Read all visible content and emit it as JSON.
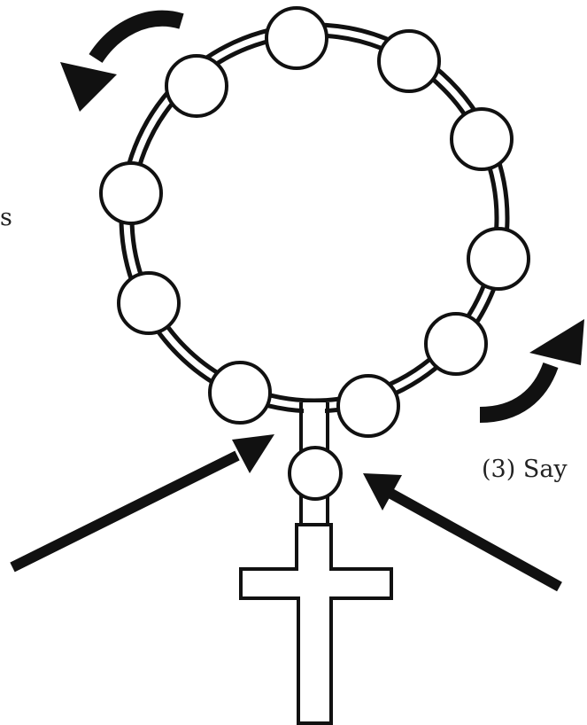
{
  "colors": {
    "stroke": "#111111",
    "fill": "#ffffff",
    "arrow": "#111111",
    "text": "#222222"
  },
  "labels": {
    "left_fragment": "s",
    "right_fragment": "(3) Say"
  },
  "decade_ring": {
    "bead_count": 10
  }
}
